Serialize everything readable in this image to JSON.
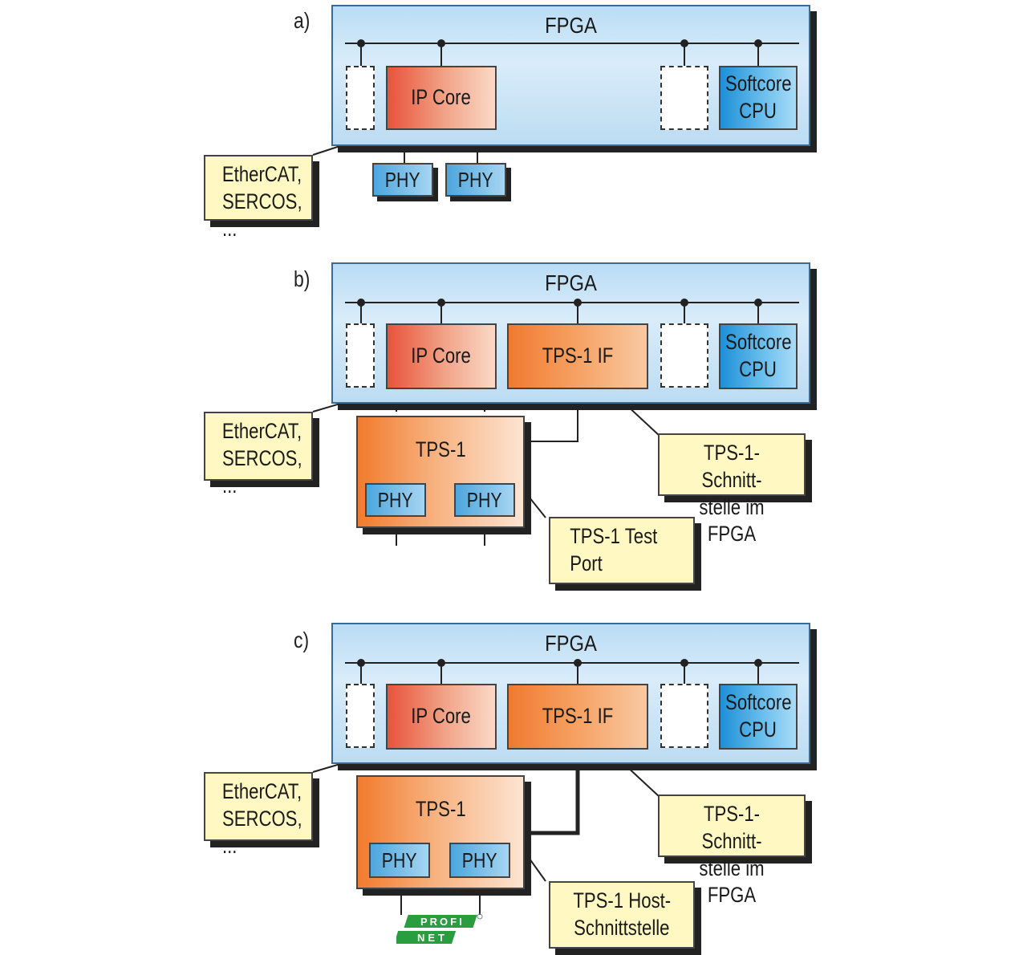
{
  "panels": [
    {
      "label": "a)",
      "fpga": "FPGA",
      "ip_core": "IP Core",
      "softcore": [
        "Softcore",
        "CPU"
      ],
      "phy": [
        "PHY",
        "PHY"
      ],
      "note_protocol": [
        "EtherCAT,",
        "SERCOS, ..."
      ]
    },
    {
      "label": "b)",
      "fpga": "FPGA",
      "ip_core": "IP Core",
      "tps_if": "TPS-1 IF",
      "softcore": [
        "Softcore",
        "CPU"
      ],
      "tps1": "TPS-1",
      "phy": [
        "PHY",
        "PHY"
      ],
      "note_protocol": [
        "EtherCAT,",
        "SERCOS, ..."
      ],
      "note_interface": [
        "TPS-1-Schnitt-",
        "stelle im FPGA"
      ],
      "note_port": "TPS-1 Test Port"
    },
    {
      "label": "c)",
      "fpga": "FPGA",
      "ip_core": "IP Core",
      "tps_if": "TPS-1 IF",
      "softcore": [
        "Softcore",
        "CPU"
      ],
      "tps1": "TPS-1",
      "phy": [
        "PHY",
        "PHY"
      ],
      "note_protocol": [
        "EtherCAT,",
        "SERCOS, ..."
      ],
      "note_interface": [
        "TPS-1-Schnitt-",
        "stelle im FPGA"
      ],
      "note_host": [
        "TPS-1 Host-",
        "Schnittstelle"
      ]
    }
  ],
  "logo": {
    "text": [
      "PROFI",
      "NET"
    ],
    "color": "#2a9d3f"
  }
}
